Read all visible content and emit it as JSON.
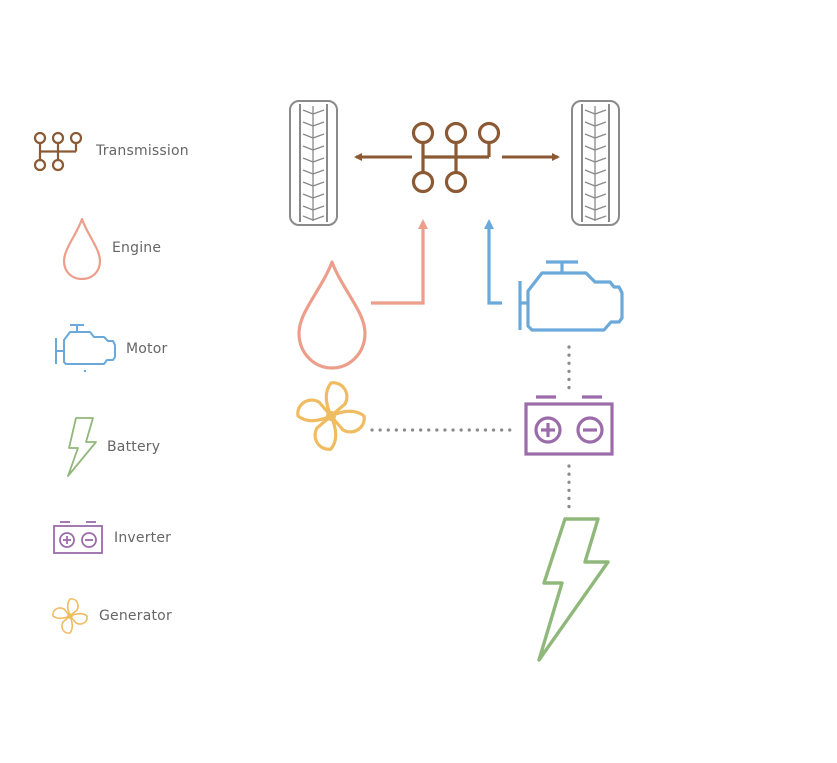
{
  "legend": {
    "items": [
      {
        "label": "Transmission",
        "icon": "transmission-icon",
        "color": "#8B5A34"
      },
      {
        "label": "Engine",
        "icon": "fuel-drop-icon",
        "color": "#EC9E8A"
      },
      {
        "label": "Motor",
        "icon": "motor-icon",
        "color": "#6AA9DA"
      },
      {
        "label": "Battery",
        "icon": "lightning-bolt-icon",
        "color": "#90B87A"
      },
      {
        "label": "Inverter",
        "icon": "inverter-icon",
        "color": "#9B6BAA"
      },
      {
        "label": "Generator",
        "icon": "fan-icon",
        "color": "#F0BC62"
      }
    ]
  },
  "colors": {
    "tire": "#8A8A8A",
    "connector_dots": "#8A8A8A"
  }
}
